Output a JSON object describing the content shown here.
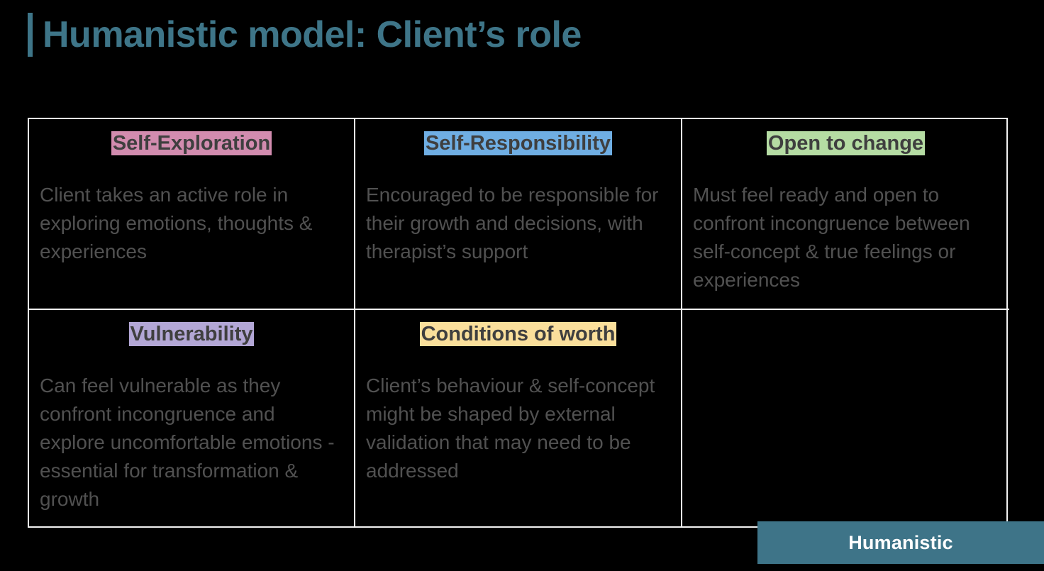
{
  "slide": {
    "title": "Humanistic model: Client’s role",
    "title_prefix_bar": "|",
    "accent_color": "#3E7588",
    "background_color": "#000000",
    "body_text_color": "#515151",
    "heading_text_color": "#3F3F3F",
    "border_color": "#F2F2F2"
  },
  "table": {
    "columns": 3,
    "rows": 2,
    "cells": [
      {
        "heading": "Self-Exploration",
        "highlight_color": "#D28CAF",
        "highlight_class": "hl-pink",
        "body": "Client takes an active role in exploring emotions, thoughts & experiences"
      },
      {
        "heading": "Self-Responsibility",
        "highlight_color": "#6FAEE3",
        "highlight_class": "hl-blue",
        "body": "Encouraged to be responsible for their growth and decisions, with therapist’s support"
      },
      {
        "heading": "Open to change",
        "highlight_color": "#B5DCA3",
        "highlight_class": "hl-green",
        "body": "Must feel ready and open to confront incongruence between self-concept & true feelings or experiences"
      },
      {
        "heading": "Vulnerability",
        "highlight_color": "#B3A7D6",
        "highlight_class": "hl-purple",
        "body": "Can feel vulnerable as they confront incongruence and explore uncomfortable emotions - essential for transformation & growth"
      },
      {
        "heading": "Conditions of worth",
        "highlight_color": "#FADF9B",
        "highlight_class": "hl-yellow",
        "body": "Client’s behaviour & self-concept might be shaped by external validation that may need to be addressed"
      },
      {
        "heading": "",
        "highlight_color": "",
        "highlight_class": "",
        "body": ""
      }
    ]
  },
  "footer": {
    "badge_label": "Humanistic",
    "badge_color": "#3E7488",
    "badge_text_color": "#FFFFFF"
  }
}
